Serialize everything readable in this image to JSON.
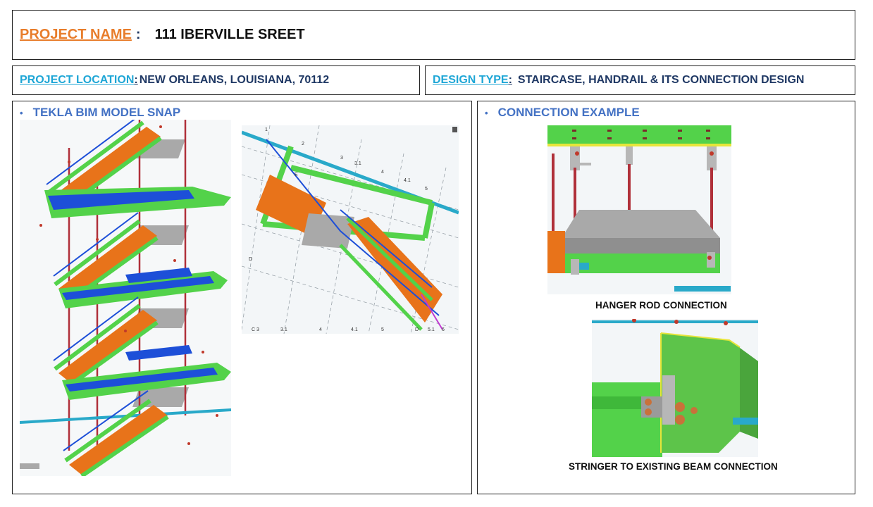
{
  "header": {
    "project_name_label": "PROJECT NAME",
    "colon": ":",
    "project_name_value": "111 IBERVILLE SREET"
  },
  "location": {
    "label": "PROJECT LOCATION",
    "colon": ":",
    "value": "NEW ORLEANS, LOUISIANA, 70112"
  },
  "design": {
    "label": "DESIGN TYPE",
    "colon": ":",
    "value": "STAIRCASE, HANDRAIL & ITS CONNECTION DESIGN"
  },
  "left_panel": {
    "bullet": "•",
    "heading": "TEKLA BIM MODEL SNAP",
    "grid_top": [
      "1",
      "2",
      "3",
      "3.1",
      "4",
      "4.1",
      "5"
    ],
    "grid_side": [
      "E",
      "D"
    ],
    "grid_bottom": [
      "C 3",
      "3.1",
      "4",
      "4.1",
      "5",
      "D",
      "5.1",
      "6"
    ]
  },
  "right_panel": {
    "bullet": "•",
    "heading": "CONNECTION EXAMPLE",
    "caption_1": "HANGER ROD CONNECTION",
    "caption_2": "STRINGER TO EXISTING BEAM CONNECTION"
  },
  "colors": {
    "steel_green": "#53d24a",
    "deck_blue": "#1d4fd8",
    "stair_orange": "#e8731a",
    "rod_red": "#b0303a",
    "slab_grey": "#a9a9a9",
    "beam_cyan": "#29a9c9"
  }
}
